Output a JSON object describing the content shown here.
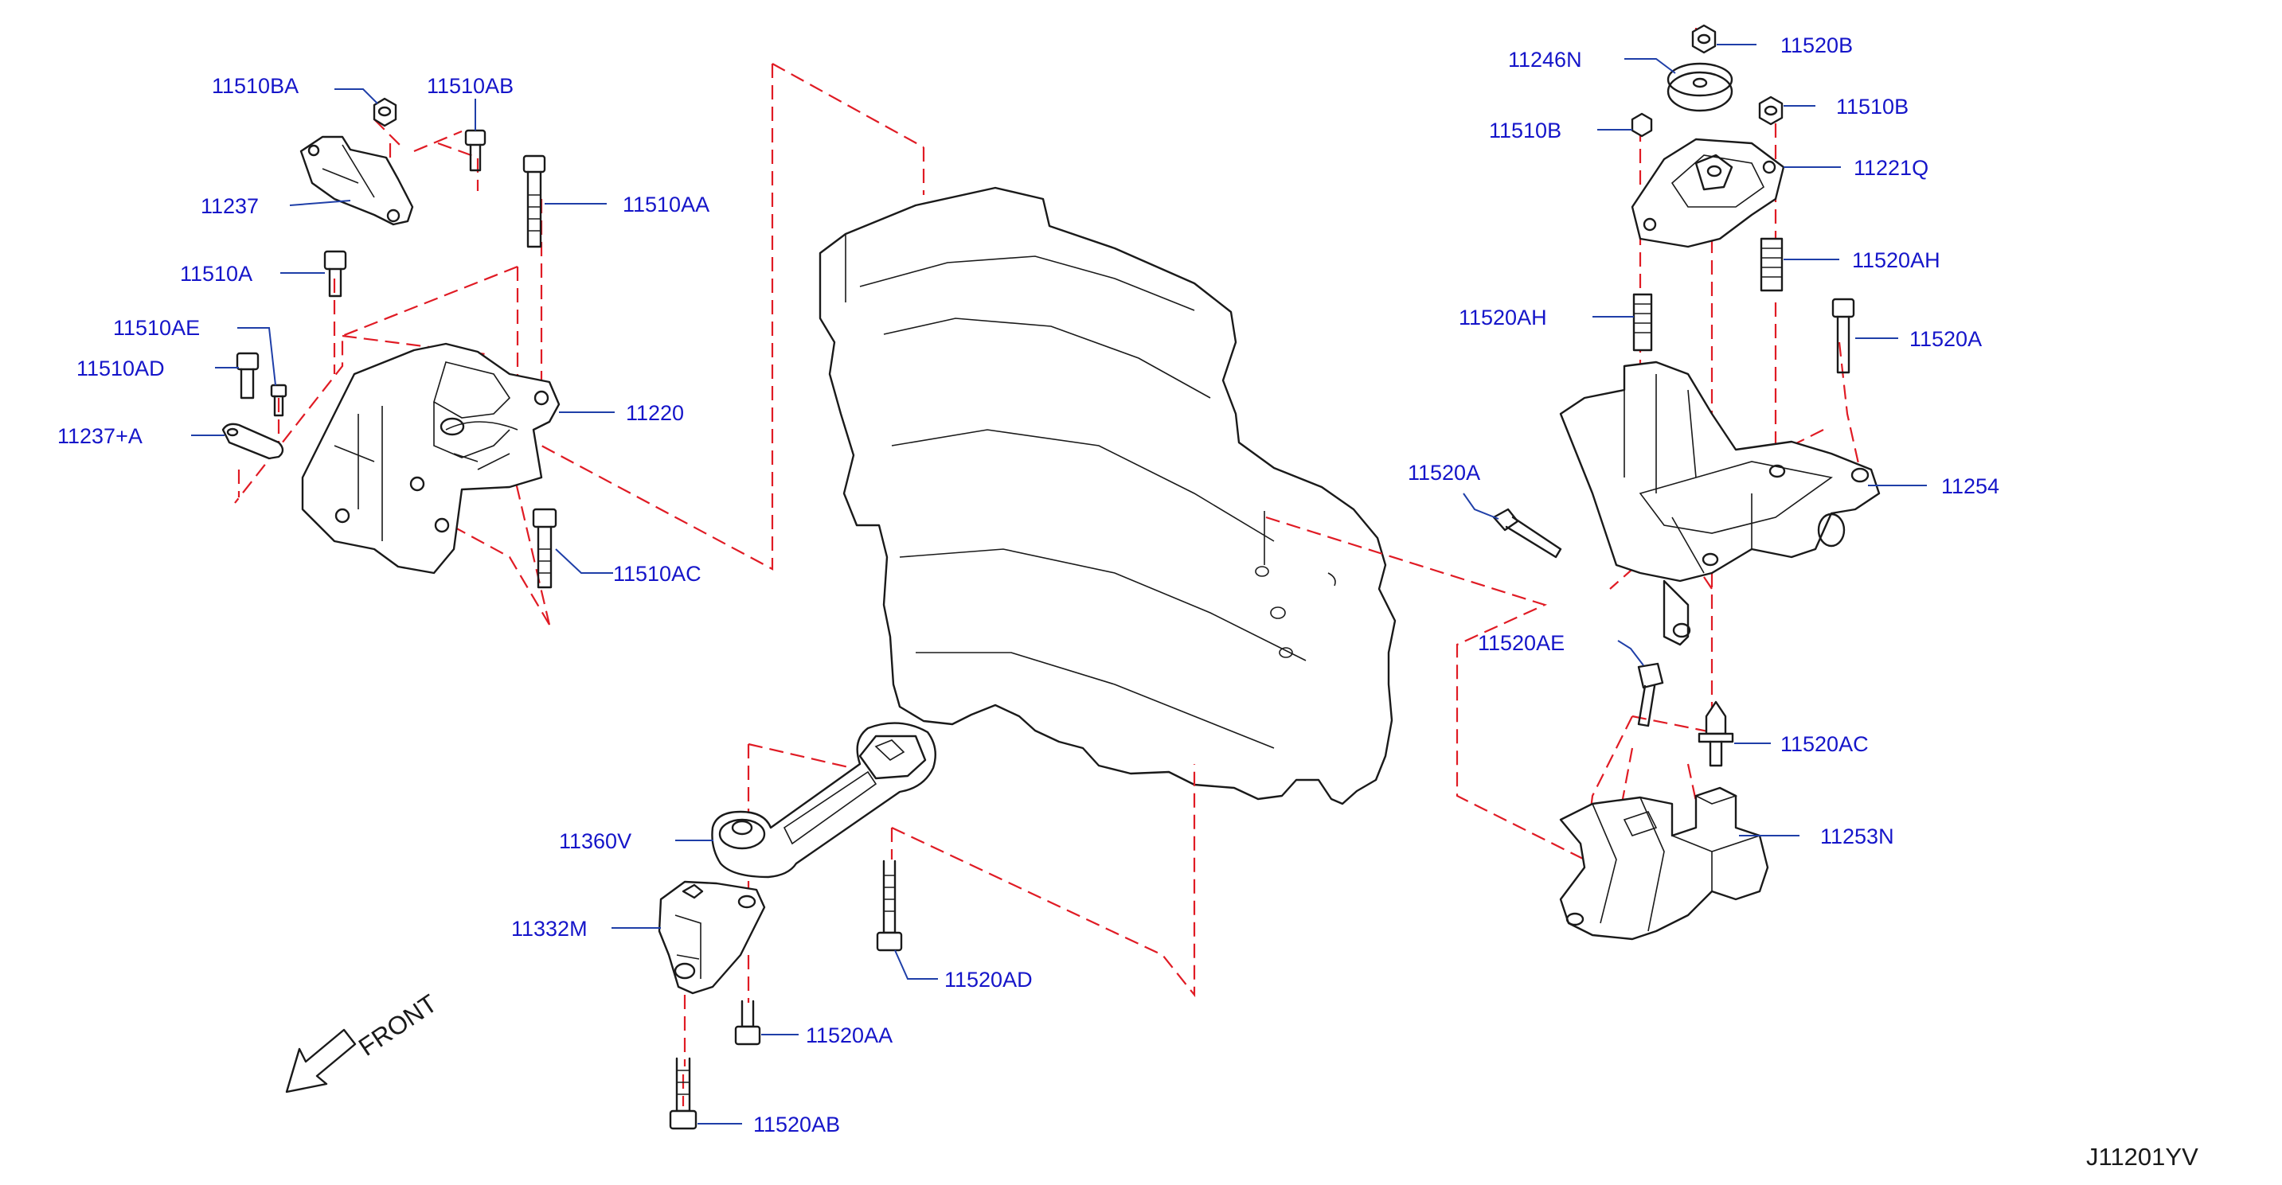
{
  "colors": {
    "label": "#1515c9",
    "leader": "#1f3fa8",
    "dashed_line": "#e01b24",
    "drawing": "#1a1a1a",
    "background": "#ffffff"
  },
  "labels": {
    "p11510BA": "11510BA",
    "p11510AB": "11510AB",
    "p11237": "11237",
    "p11510AA": "11510AA",
    "p11510A": "11510A",
    "p11510AE": "11510AE",
    "p11510AD": "11510AD",
    "p11237A": "11237+A",
    "p11220": "11220",
    "p11510AC": "11510AC",
    "p11246N": "11246N",
    "p11520B": "11520B",
    "p11510B_left": "11510B",
    "p11510B_right": "11510B",
    "p11221Q": "11221Q",
    "p11520AH_right": "11520AH",
    "p11520AH_left": "11520AH",
    "p11520A_right": "11520A",
    "p11254": "11254",
    "p11520A_left": "11520A",
    "p11520AE": "11520AE",
    "p11520AC": "11520AC",
    "p11253N": "11253N",
    "p11360V": "11360V",
    "p11332M": "11332M",
    "p11520AD": "11520AD",
    "p11520AA": "11520AA",
    "p11520AB": "11520AB"
  },
  "front_label": "FRONT",
  "diagram_code": "J11201YV"
}
